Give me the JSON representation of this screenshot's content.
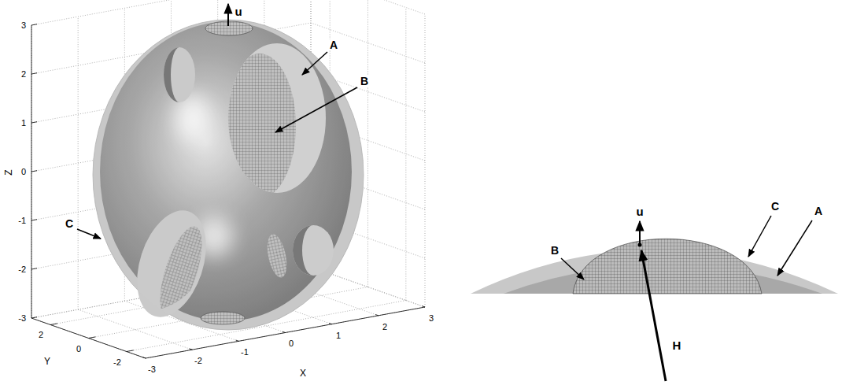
{
  "diagram": {
    "labels": [
      "u",
      "A",
      "B",
      "C",
      "Z",
      "3",
      "2",
      "1",
      "0",
      "-1",
      "-2",
      "-3",
      "Y",
      "2",
      "0",
      "-2",
      "X",
      "-3",
      "-2",
      "-1",
      "0",
      "1",
      "2",
      "3",
      "u",
      "C",
      "B",
      "A",
      "H"
    ]
  }
}
